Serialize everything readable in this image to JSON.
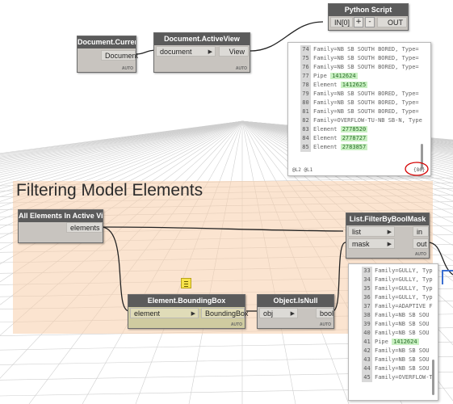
{
  "group": {
    "title": "Filtering Model Elements"
  },
  "nodes": {
    "document_current": {
      "title": "Document.Current",
      "out_port": "Document",
      "auto": "AUTO"
    },
    "document_activeview": {
      "title": "Document.ActiveView",
      "in_port": "document",
      "out_port": "View",
      "auto": "AUTO"
    },
    "python_script": {
      "title": "Python Script",
      "in_port": "IN[0]",
      "add": "+",
      "remove": "-",
      "out_port": "OUT"
    },
    "all_elements": {
      "title": "All Elements In Active View",
      "out_port": "elements"
    },
    "filter_bool_mask": {
      "title": "List.FilterByBoolMask",
      "in_list": "list",
      "in_mask": "mask",
      "out_in": "in",
      "out_out": "out",
      "auto": "AUTO"
    },
    "bounding_box": {
      "title": "Element.BoundingBox",
      "in_port": "element",
      "out_port": "BoundingBox",
      "auto": "AUTO"
    },
    "is_null": {
      "title": "Object.IsNull",
      "in_port": "obj",
      "out_port": "bool",
      "auto": "AUTO"
    }
  },
  "preview_python": {
    "rows": [
      {
        "idx": "74",
        "text": "Family=NB SB  SOUTH BORED, Type="
      },
      {
        "idx": "75",
        "text": "Family=NB SB  SOUTH BORED, Type="
      },
      {
        "idx": "76",
        "text": "Family=NB SB  SOUTH BORED, Type="
      },
      {
        "idx": "77",
        "text": "Pipe  ",
        "val": "1412624"
      },
      {
        "idx": "78",
        "text": "Element  ",
        "val": "1412625"
      },
      {
        "idx": "79",
        "text": "Family=NB SB  SOUTH BORED, Type="
      },
      {
        "idx": "80",
        "text": "Family=NB SB  SOUTH BORED, Type="
      },
      {
        "idx": "81",
        "text": "Family=NB SB  SOUTH BORED, Type="
      },
      {
        "idx": "82",
        "text": "Family=OVERFLOW-TU-NB SB-N, Type"
      },
      {
        "idx": "83",
        "text": "Element  ",
        "val": "2778520"
      },
      {
        "idx": "84",
        "text": "Element  ",
        "val": "2778727"
      },
      {
        "idx": "85",
        "text": "Element  ",
        "val": "2783857"
      }
    ],
    "footer_left": "@L2 @L1",
    "footer_right": "{86}"
  },
  "preview_filter": {
    "rows": [
      {
        "idx": "33",
        "text": "Family=GULLY, Typ"
      },
      {
        "idx": "34",
        "text": "Family=GULLY, Typ"
      },
      {
        "idx": "35",
        "text": "Family=GULLY, Typ"
      },
      {
        "idx": "36",
        "text": "Family=GULLY, Typ"
      },
      {
        "idx": "37",
        "text": "Family=ADAPTIVE F"
      },
      {
        "idx": "38",
        "text": "Family=NB SB  SOU"
      },
      {
        "idx": "39",
        "text": "Family=NB SB  SOU"
      },
      {
        "idx": "40",
        "text": "Family=NB SB  SOU"
      },
      {
        "idx": "41",
        "text": "Pipe  ",
        "val": "1412624"
      },
      {
        "idx": "42",
        "text": "Family=NB SB  SOU"
      },
      {
        "idx": "43",
        "text": "Family=NB SB  SOU"
      },
      {
        "idx": "44",
        "text": "Family=NB SB  SOU"
      },
      {
        "idx": "45",
        "text": "Family=OVERFLOW-T"
      }
    ]
  },
  "colors": {
    "node_header": "#5b5b5b",
    "node_body": "#c8c4bf",
    "group_fill": "#f7cdaa",
    "value_highlight": "#c9f0c2",
    "annotation_red": "#d40000"
  }
}
